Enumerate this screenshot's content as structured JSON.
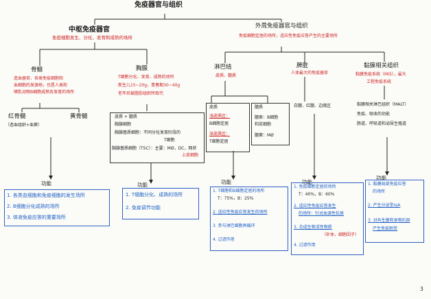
{
  "title": "免疫器官与组织",
  "central": {
    "title": "中枢免疫器官",
    "desc": "免疫细胞发生、分化、发育和成熟的场所",
    "bone_marrow": {
      "title": "骨髓",
      "desc_lines": [
        "造血器官、各类免疫细胞和",
        "血细胞的发源地，也是人类和",
        "哺乳动物B细胞成熟及发育的场所"
      ],
      "red_marrow": "红骨髓",
      "red_marrow_note": "（造血组织+血窦）",
      "yellow_marrow": "黄骨髓",
      "func_label": "功能",
      "functions": [
        "1. 各类血细胞和免疫细胞的发生场所",
        "2. B细胞分化成熟的场所",
        "3. 体液免疫应答的重要场所"
      ]
    },
    "thymus": {
      "title": "胸腺",
      "desc_lines": [
        "T细胞分化、发育、成熟的场所",
        "新生儿15~20g，青春期30~40g",
        "老年后被脂肪组织所取代"
      ],
      "struct_lines": [
        "皮质 + 髓质",
        "胸腺细胞",
        "胸腺基质细胞：不同分化发育阶段的",
        "T细胞",
        "胸腺基质细胞（TSC）：主要：MØ，DC，网状",
        "上皮细胞"
      ],
      "func_label": "功能",
      "functions": [
        "1. T细胞分化、成熟的场所",
        "2. 免疫调节功能"
      ]
    }
  },
  "peripheral": {
    "title": "外周免疫器官与组织",
    "desc": "免疫细胞定居的场所，适应性免疫应答产生的主要场所",
    "lymph_node": {
      "title": "淋巴结",
      "desc": "皮质、髓质",
      "cortex_lines": [
        "皮质",
        "浅皮质区：",
        "B细胞定居",
        "深皮质区：",
        "T细胞定居"
      ],
      "medulla_lines": [
        "髓质",
        "髓索：B细胞",
        "和浆细胞",
        "髓窦：MØ"
      ],
      "func_label": "功能",
      "functions": [
        "1. T细胞和B细胞定居的场所",
        "T：75%，B：25%",
        "2. 适应性免疫应答发生的场所",
        "3. 参与淋巴细胞再循环",
        "4. 过滤作用"
      ]
    },
    "spleen": {
      "title": "脾脏",
      "desc": "人体最大的免疫器官",
      "struct": "白髓、红髓、边缘区",
      "func_label": "功能",
      "functions": [
        "1. 免疫细胞定居的场所",
        "T：40%，B：60%",
        "2. 适应性免疫应答发生",
        "的场所：针对血源性抗原",
        "3. 合成生物活性物质",
        "4. 过滤作用"
      ],
      "func_note": "（补体，细胞因子）"
    },
    "malt": {
      "title": "黏膜相关组织",
      "desc_lines": [
        "黏膜免疫系统（MIS），最大",
        "工程免疫系统"
      ],
      "struct_lines": [
        "黏膜相关淋巴组织（MALT）",
        "免疫、吸收的功能",
        "肠道、呼吸道和泌尿生殖道"
      ],
      "func_label": "功能",
      "functions": [
        "1. 黏膜局部免疫应答",
        "的场所",
        "2. 产生分泌型IgA",
        "3. 对共生菌和食物抗原",
        "产生免疫耐受"
      ]
    }
  },
  "page_number": "3"
}
